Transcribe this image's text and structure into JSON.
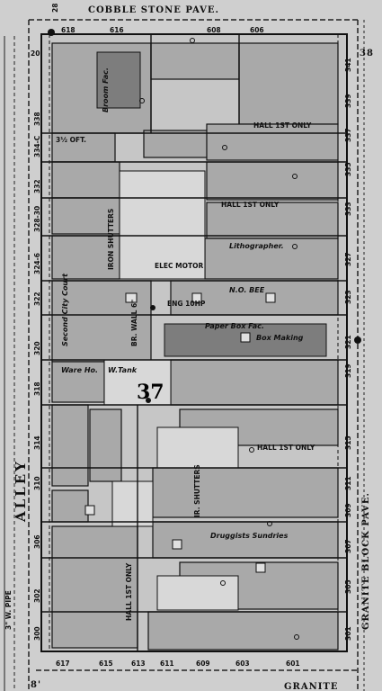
{
  "streets": {
    "top": "COBBLE STONE PAVE.",
    "right": "GRANITE BLOCK PAVE.",
    "bottom": "GRANITE",
    "left_alley": "ALLEY",
    "pipe": "3\" W. PIPE"
  },
  "block_number": "37",
  "labels": {
    "lithographer": "Lithographer.",
    "no_bee": "N.O. BEE",
    "paper_box_fac": "Paper Box Fac.",
    "box_making": "Box Making",
    "druggists_sundries": "Druggists Sundries",
    "second_city_court": "Second City Court",
    "warehouse": "Ware Ho.",
    "w_tank": "W.Tank",
    "elec_motor": "ELEC MOTOR",
    "eng": "ENG 10HP",
    "broom_fac": "Broom Fac.",
    "hall_1st_only_a": "HALL 1ST ONLY",
    "hall_1st_only_b": "HALL 1ST ONLY",
    "hall_1st_only_c": "HALL 1ST ONLY",
    "hall_1st_only_d": "HALL 1ST ONLY",
    "iron_shutters": "IRON SHUTTERS",
    "iron_shutters_b": "IR. SHUTTERS",
    "offt": "3½ OFT.",
    "brick_wall": "BR. WALL 6\""
  },
  "top_numbers": [
    "618",
    "616",
    "608",
    "606"
  ],
  "bottom_numbers": [
    "617",
    "615",
    "613",
    "611",
    "609",
    "603",
    "601"
  ],
  "left_numbers": [
    "338",
    "334-C",
    "332",
    "328-30",
    "324-6",
    "322",
    "320",
    "318",
    "314",
    "310",
    "306",
    "302",
    "300"
  ],
  "right_numbers": [
    "341",
    "339",
    "337",
    "335",
    "333",
    "327",
    "323",
    "321",
    "319",
    "315",
    "311",
    "309",
    "307",
    "305",
    "301"
  ],
  "corner_labels": {
    "top_left": "20'",
    "top_right": "38",
    "top_right_alt": "28",
    "bottom_left": "8'"
  },
  "colors": {
    "paper": "#cfcfcf",
    "gray_fill": "#a8a8a8",
    "dark_fill": "#7d7d7d",
    "ink": "#111111"
  }
}
